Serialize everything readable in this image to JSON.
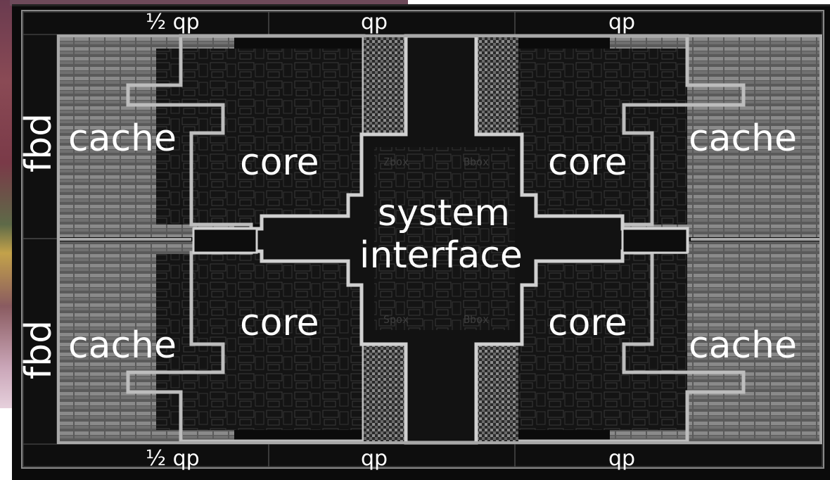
{
  "labels": {
    "top_left_qp": "½ qp",
    "top_mid_qp": "qp",
    "top_right_qp": "qp",
    "bottom_left_qp": "½ qp",
    "bottom_mid_qp": "qp",
    "bottom_right_qp": "qp",
    "fbd_top": "fbd",
    "fbd_bottom": "fbd",
    "cache_tl": "cache",
    "cache_tr": "cache",
    "cache_bl": "cache",
    "cache_br": "cache",
    "core_tl": "core",
    "core_tr": "core",
    "core_bl": "core",
    "core_br": "core",
    "system_line1": "system",
    "system_line2": "interface"
  },
  "block_names": {
    "zbox": "Zbox",
    "bbox_top": "Bbox",
    "spox": "Spox",
    "bbox_bottom": "Bbox"
  },
  "colors": {
    "die_background": "#0b0b0b",
    "outline": "#bdbdbd",
    "cache_fill": "#6e6e6e",
    "text": "#ffffff"
  }
}
